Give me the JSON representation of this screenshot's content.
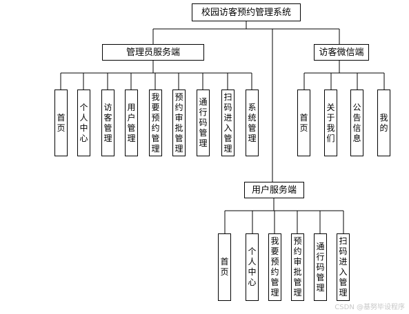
{
  "root": "校园访客预约管理系统",
  "modules": {
    "admin": {
      "label": "管理员服务端",
      "items": [
        "首页",
        "个人中心",
        "访客管理",
        "用户管理",
        "我要预约管理",
        "预约审批管理",
        "通行码管理",
        "扫码进入管理",
        "系统管理"
      ]
    },
    "wechat": {
      "label": "访客微信端",
      "items": [
        "首页",
        "关于我们",
        "公告信息",
        "我的"
      ]
    },
    "user": {
      "label": "用户服务端",
      "items": [
        "首页",
        "个人中心",
        "我要预约管理",
        "预约审批管理",
        "通行码管理",
        "扫码进入管理"
      ]
    }
  },
  "watermark": "CSDN @基努毕设程序"
}
